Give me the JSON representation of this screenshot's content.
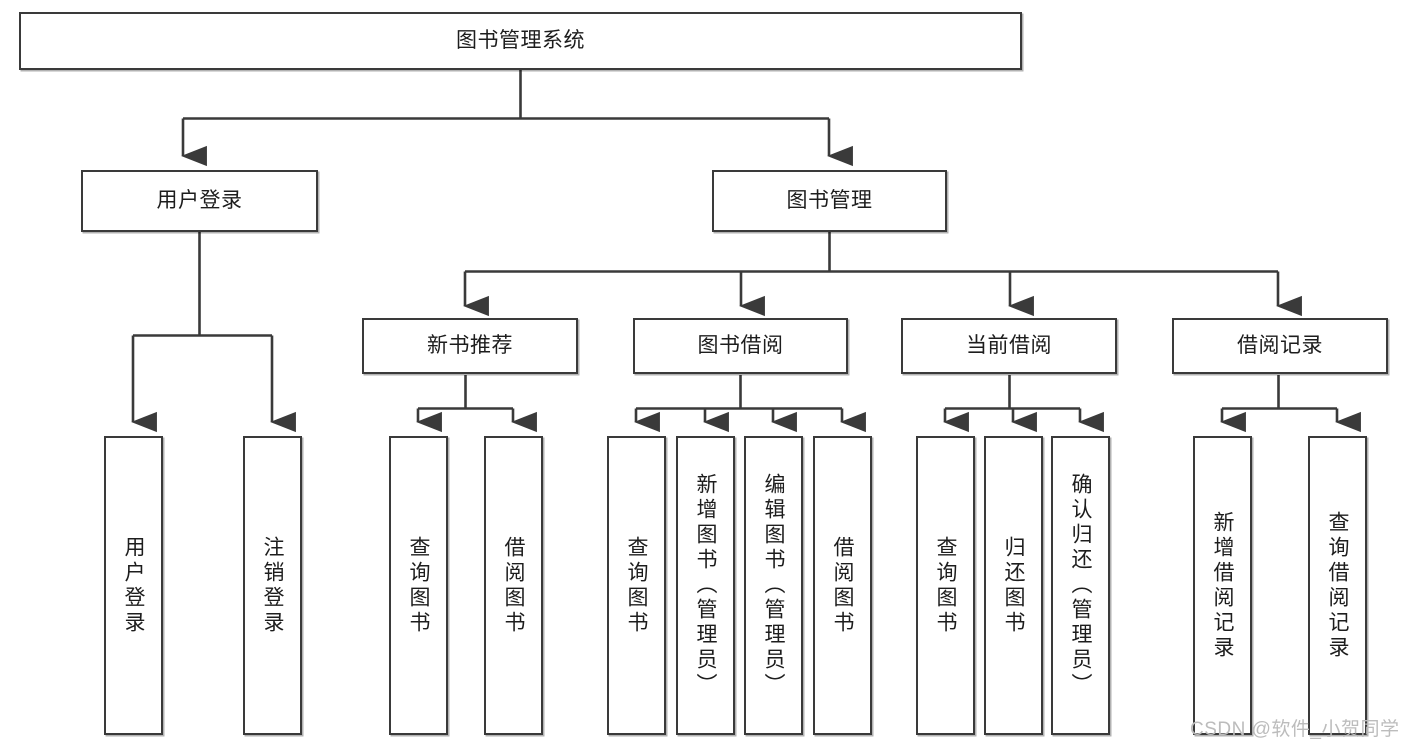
{
  "diagram": {
    "title_node": {
      "label": "图书管理系统"
    },
    "level2": [
      {
        "id": "user-login",
        "label": "用户登录"
      },
      {
        "id": "book-management",
        "label": "图书管理"
      }
    ],
    "level3": [
      {
        "id": "new-book-recommend",
        "label": "新书推荐"
      },
      {
        "id": "book-borrow",
        "label": "图书借阅"
      },
      {
        "id": "current-borrow",
        "label": "当前借阅"
      },
      {
        "id": "borrow-record",
        "label": "借阅记录"
      }
    ],
    "leaves": [
      {
        "id": "leaf-user-login",
        "label": "用户登录",
        "parent": "user-login"
      },
      {
        "id": "leaf-logout",
        "label": "注销登录",
        "parent": "user-login"
      },
      {
        "id": "leaf-query-book-1",
        "label": "查询图书",
        "parent": "new-book-recommend"
      },
      {
        "id": "leaf-borrow-book-1",
        "label": "借阅图书",
        "parent": "new-book-recommend"
      },
      {
        "id": "leaf-query-book-2",
        "label": "查询图书",
        "parent": "book-borrow"
      },
      {
        "id": "leaf-add-book",
        "label": "新增图书（管理员）",
        "parent": "book-borrow"
      },
      {
        "id": "leaf-edit-book",
        "label": "编辑图书（管理员）",
        "parent": "book-borrow"
      },
      {
        "id": "leaf-borrow-book-2",
        "label": "借阅图书",
        "parent": "book-borrow"
      },
      {
        "id": "leaf-query-book-3",
        "label": "查询图书",
        "parent": "current-borrow"
      },
      {
        "id": "leaf-return-book",
        "label": "归还图书",
        "parent": "current-borrow"
      },
      {
        "id": "leaf-confirm-return",
        "label": "确认归还（管理员）",
        "parent": "current-borrow"
      },
      {
        "id": "leaf-add-record",
        "label": "新增借阅记录",
        "parent": "borrow-record"
      },
      {
        "id": "leaf-query-record",
        "label": "查询借阅记录",
        "parent": "borrow-record"
      }
    ],
    "colors": {
      "box_border": "#3a3a3a",
      "box_fill": "#ffffff",
      "connector": "#3a3a3a",
      "text": "#1d1d1d",
      "watermark": "#bcbcbc",
      "background": "#ffffff"
    }
  },
  "watermark": {
    "text": "CSDN @软件_小贺同学"
  }
}
